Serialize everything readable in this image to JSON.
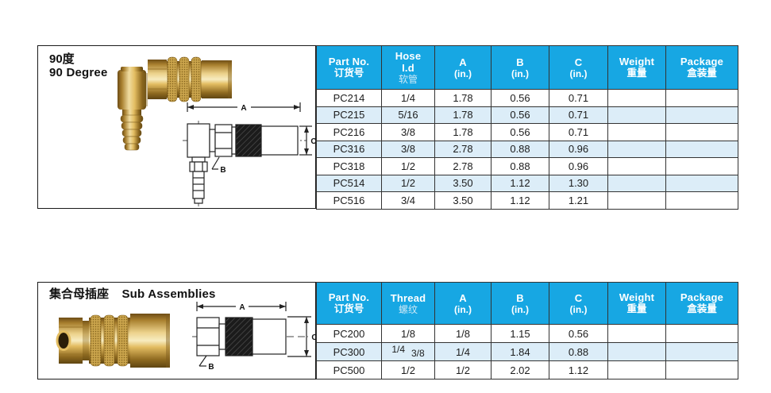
{
  "colors": {
    "header_bg": "#17a7e3",
    "row_alt": "#dcedf8",
    "table_border": "#333333",
    "header_text": "#ffffff",
    "brass_light": "#f7ecc0",
    "brass_mid": "#d2a64e",
    "brass_dark": "#6e4d16",
    "drawing_line": "#222222"
  },
  "sections": [
    {
      "title_zh": "90度",
      "title_en": "90 Degree",
      "dim_labels": {
        "a": "A",
        "b": "B",
        "c": "C"
      },
      "table": {
        "headers": [
          [
            "Part No.",
            "订货号"
          ],
          [
            "Hose",
            "I.d",
            "软管"
          ],
          [
            "A",
            "(in.)"
          ],
          [
            "B",
            "(in.)"
          ],
          [
            "C",
            "(in.)"
          ],
          [
            "Weight",
            "重量"
          ],
          [
            "Package",
            "盒装量"
          ]
        ],
        "rows": [
          [
            "PC214",
            "1/4",
            "1.78",
            "0.56",
            "0.71",
            "",
            ""
          ],
          [
            "PC215",
            "5/16",
            "1.78",
            "0.56",
            "0.71",
            "",
            ""
          ],
          [
            "PC216",
            "3/8",
            "1.78",
            "0.56",
            "0.71",
            "",
            ""
          ],
          [
            "PC316",
            "3/8",
            "2.78",
            "0.88",
            "0.96",
            "",
            ""
          ],
          [
            "PC318",
            "1/2",
            "2.78",
            "0.88",
            "0.96",
            "",
            ""
          ],
          [
            "PC514",
            "1/2",
            "3.50",
            "1.12",
            "1.30",
            "",
            ""
          ],
          [
            "PC516",
            "3/4",
            "3.50",
            "1.12",
            "1.21",
            "",
            ""
          ]
        ]
      }
    },
    {
      "title_zh": "集合母插座",
      "title_en": "Sub Assemblies",
      "dim_labels": {
        "a": "A",
        "b": "B",
        "c": "C"
      },
      "thread_parts": [
        "1/4",
        "3/8"
      ],
      "table": {
        "headers": [
          [
            "Part No.",
            "订货号"
          ],
          [
            "Thread",
            "螺纹"
          ],
          [
            "A",
            "(in.)"
          ],
          [
            "B",
            "(in.)"
          ],
          [
            "C",
            "(in.)"
          ],
          [
            "Weight",
            "重量"
          ],
          [
            "Package",
            "盒装量"
          ]
        ],
        "rows": [
          [
            "PC200",
            "1/8",
            "1/8",
            "1.15",
            "0.56",
            "",
            ""
          ],
          [
            "PC300",
            "1/4 3/8",
            "1/4",
            "1.84",
            "0.88",
            "",
            ""
          ],
          [
            "PC500",
            "1/2",
            "1/2",
            "2.02",
            "1.12",
            "",
            ""
          ]
        ]
      }
    }
  ]
}
